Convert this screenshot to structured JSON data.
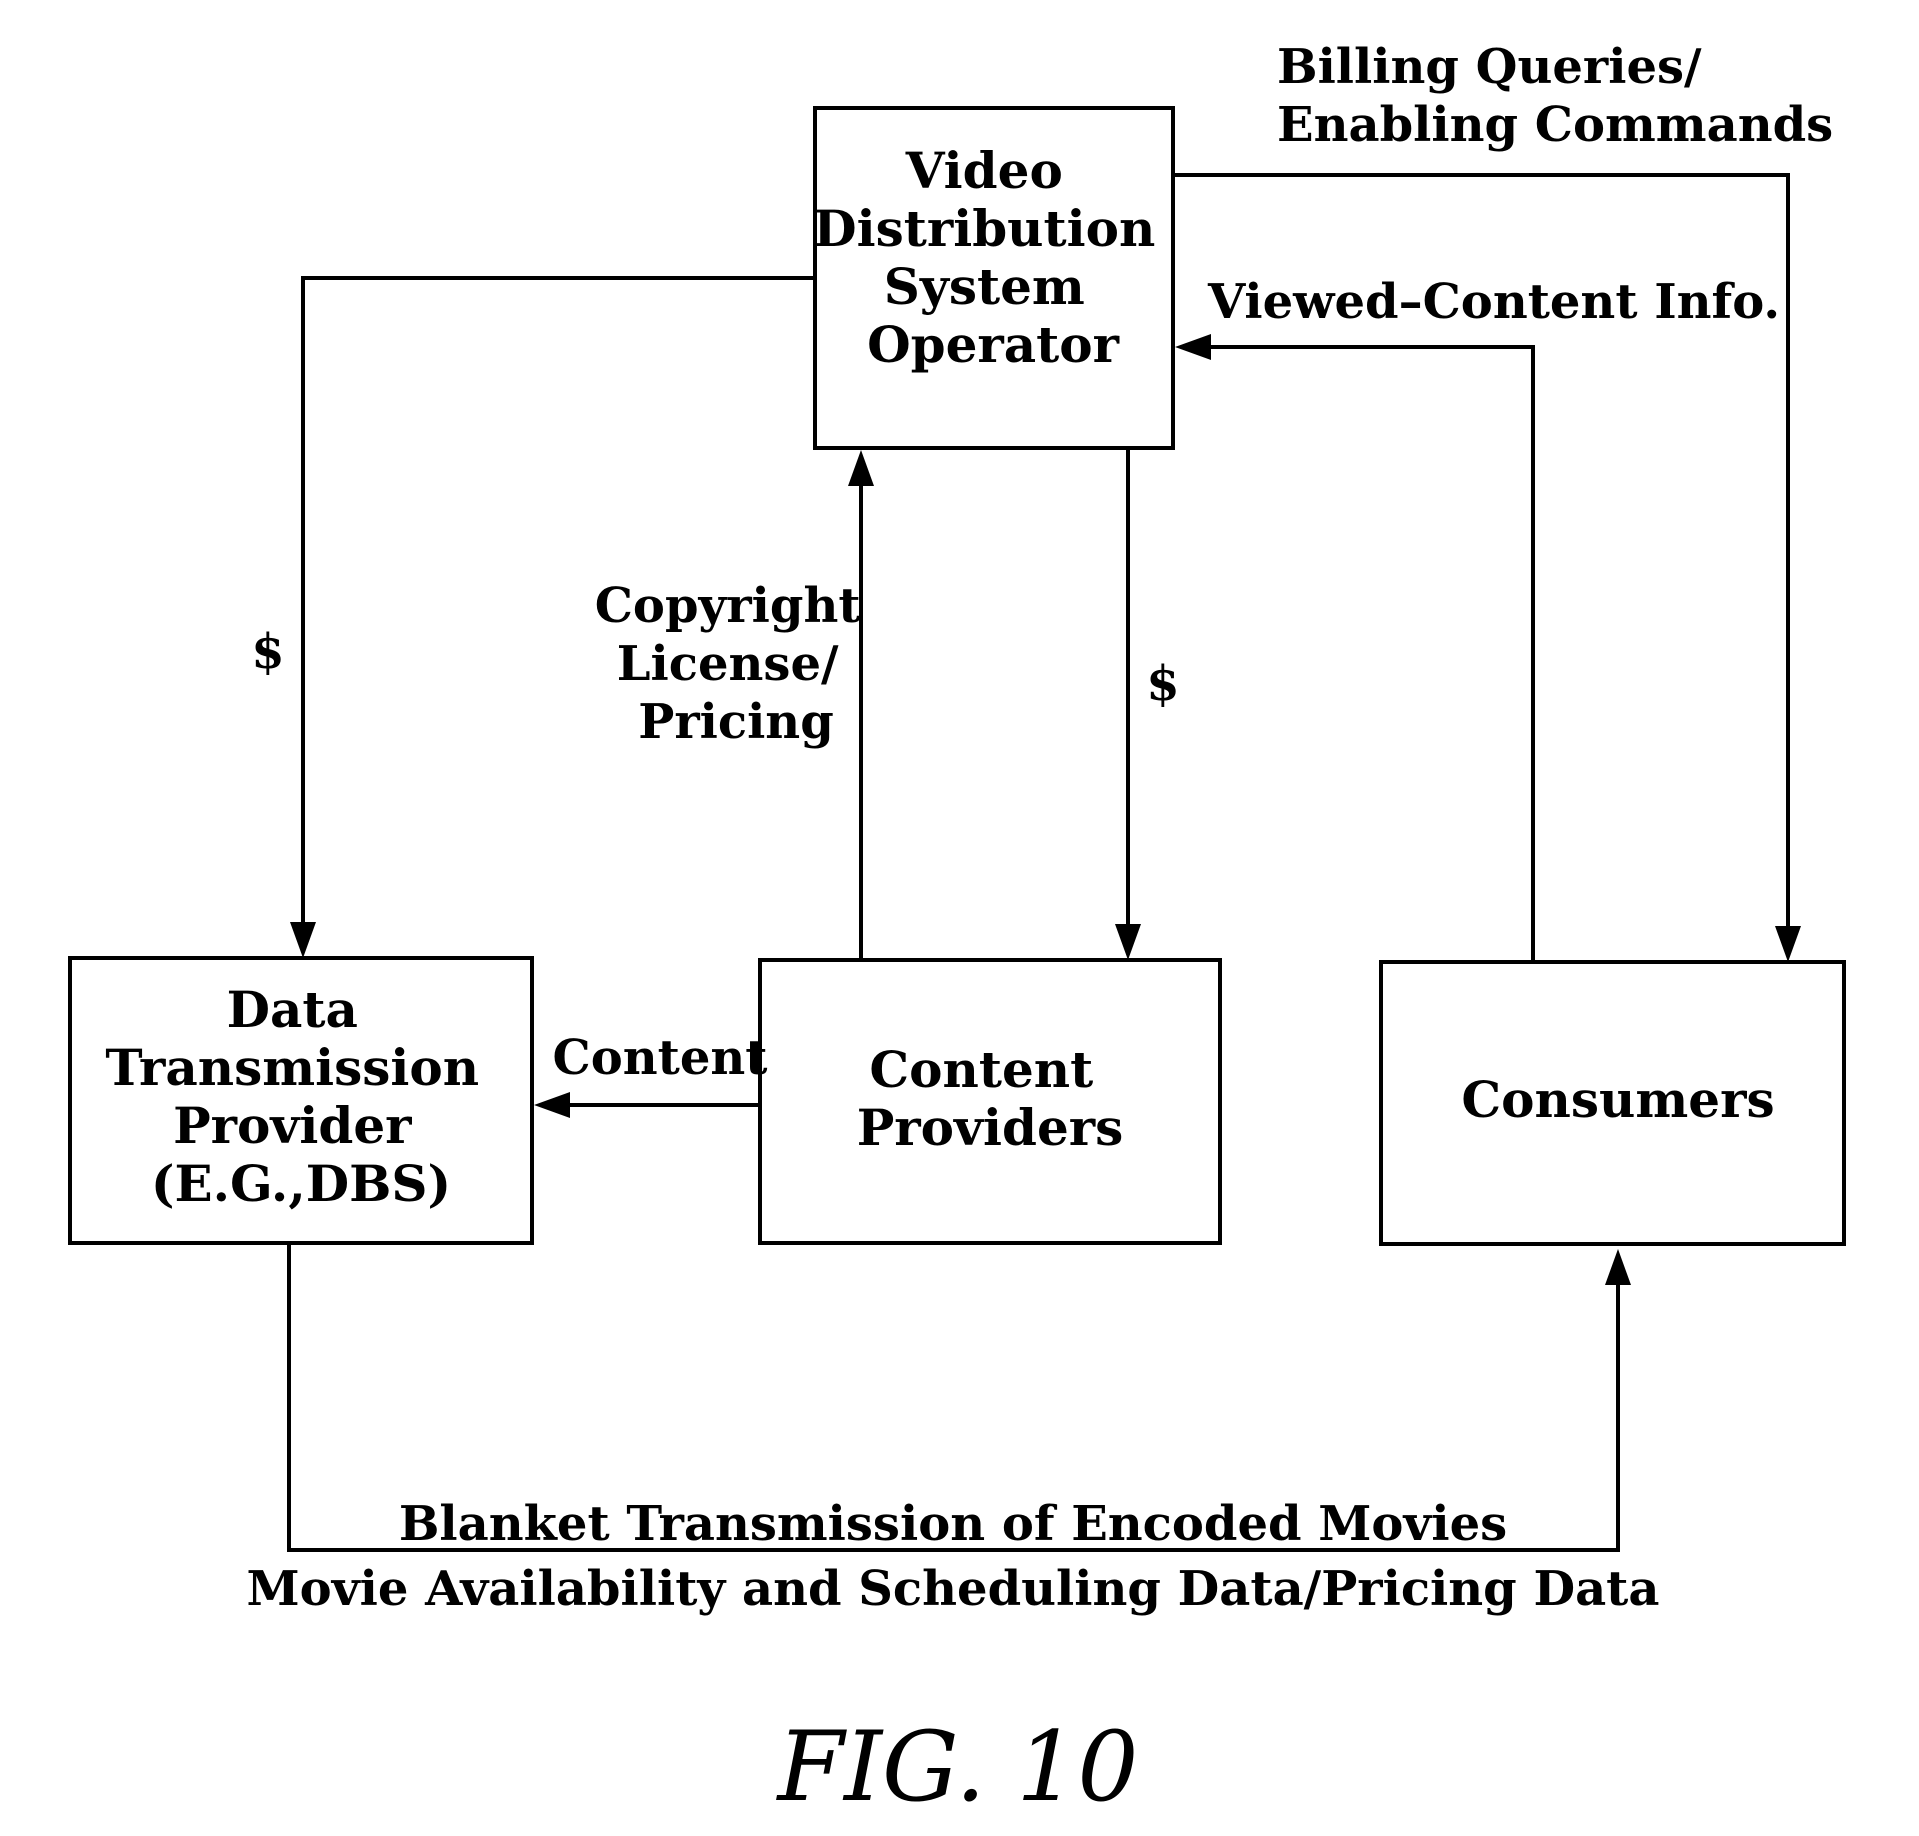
{
  "figure_label": "FIG. 10",
  "nodes": {
    "operator": [
      "Video",
      "Distribution",
      "System",
      "Operator"
    ],
    "transmission": [
      "Data",
      "Transmission",
      "Provider",
      "(E.G.,DBS)"
    ],
    "content_providers": [
      "Content",
      "Providers"
    ],
    "consumers": [
      "Consumers"
    ]
  },
  "edges": {
    "operator_to_transmission": "$",
    "operator_to_content_providers": "$",
    "content_providers_to_operator": [
      "Copyright",
      "License/",
      "Pricing"
    ],
    "content_providers_to_transmission": "Content",
    "consumers_to_operator": "Viewed–Content Info.",
    "operator_to_consumers": [
      "Billing Queries/",
      "Enabling Commands"
    ],
    "transmission_to_consumers": [
      "Blanket Transmission of Encoded Movies",
      "Movie Availability and Scheduling Data/Pricing Data"
    ]
  },
  "colors": {
    "ink": "#000000",
    "background": "#ffffff"
  }
}
